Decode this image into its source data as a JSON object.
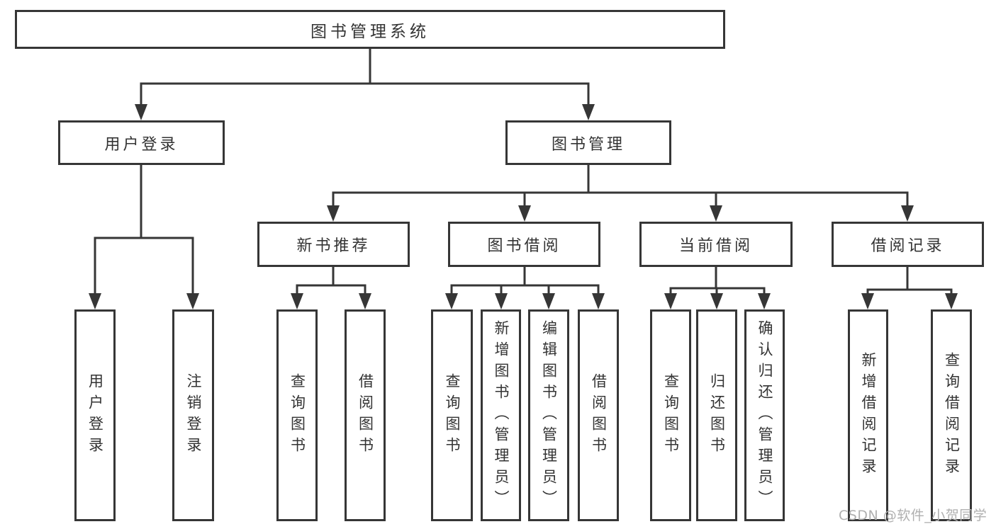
{
  "diagram": {
    "type": "hierarchy-tree",
    "root": {
      "label": "图书管理系统",
      "children": [
        {
          "label": "用户登录",
          "children": [
            {
              "label": "用户登录"
            },
            {
              "label": "注销登录"
            }
          ]
        },
        {
          "label": "图书管理",
          "children": [
            {
              "label": "新书推荐",
              "children": [
                {
                  "label": "查询图书"
                },
                {
                  "label": "借阅图书"
                }
              ]
            },
            {
              "label": "图书借阅",
              "children": [
                {
                  "label": "查询图书"
                },
                {
                  "label": "新增图书（管理员）"
                },
                {
                  "label": "编辑图书（管理员）"
                },
                {
                  "label": "借阅图书"
                }
              ]
            },
            {
              "label": "当前借阅",
              "children": [
                {
                  "label": "查询图书"
                },
                {
                  "label": "归还图书"
                },
                {
                  "label": "确认归还（管理员）"
                }
              ]
            },
            {
              "label": "借阅记录",
              "children": [
                {
                  "label": "新增借阅记录"
                },
                {
                  "label": "查询借阅记录"
                }
              ]
            }
          ]
        }
      ]
    }
  },
  "watermark": {
    "text": "CSDN @软件_小贺同学"
  },
  "colors": {
    "background": "#ffffff",
    "line": "#363636",
    "box_border": "#363636",
    "box_fill": "#ffffff",
    "text": "#333333",
    "watermark": "#b0b0b0"
  }
}
